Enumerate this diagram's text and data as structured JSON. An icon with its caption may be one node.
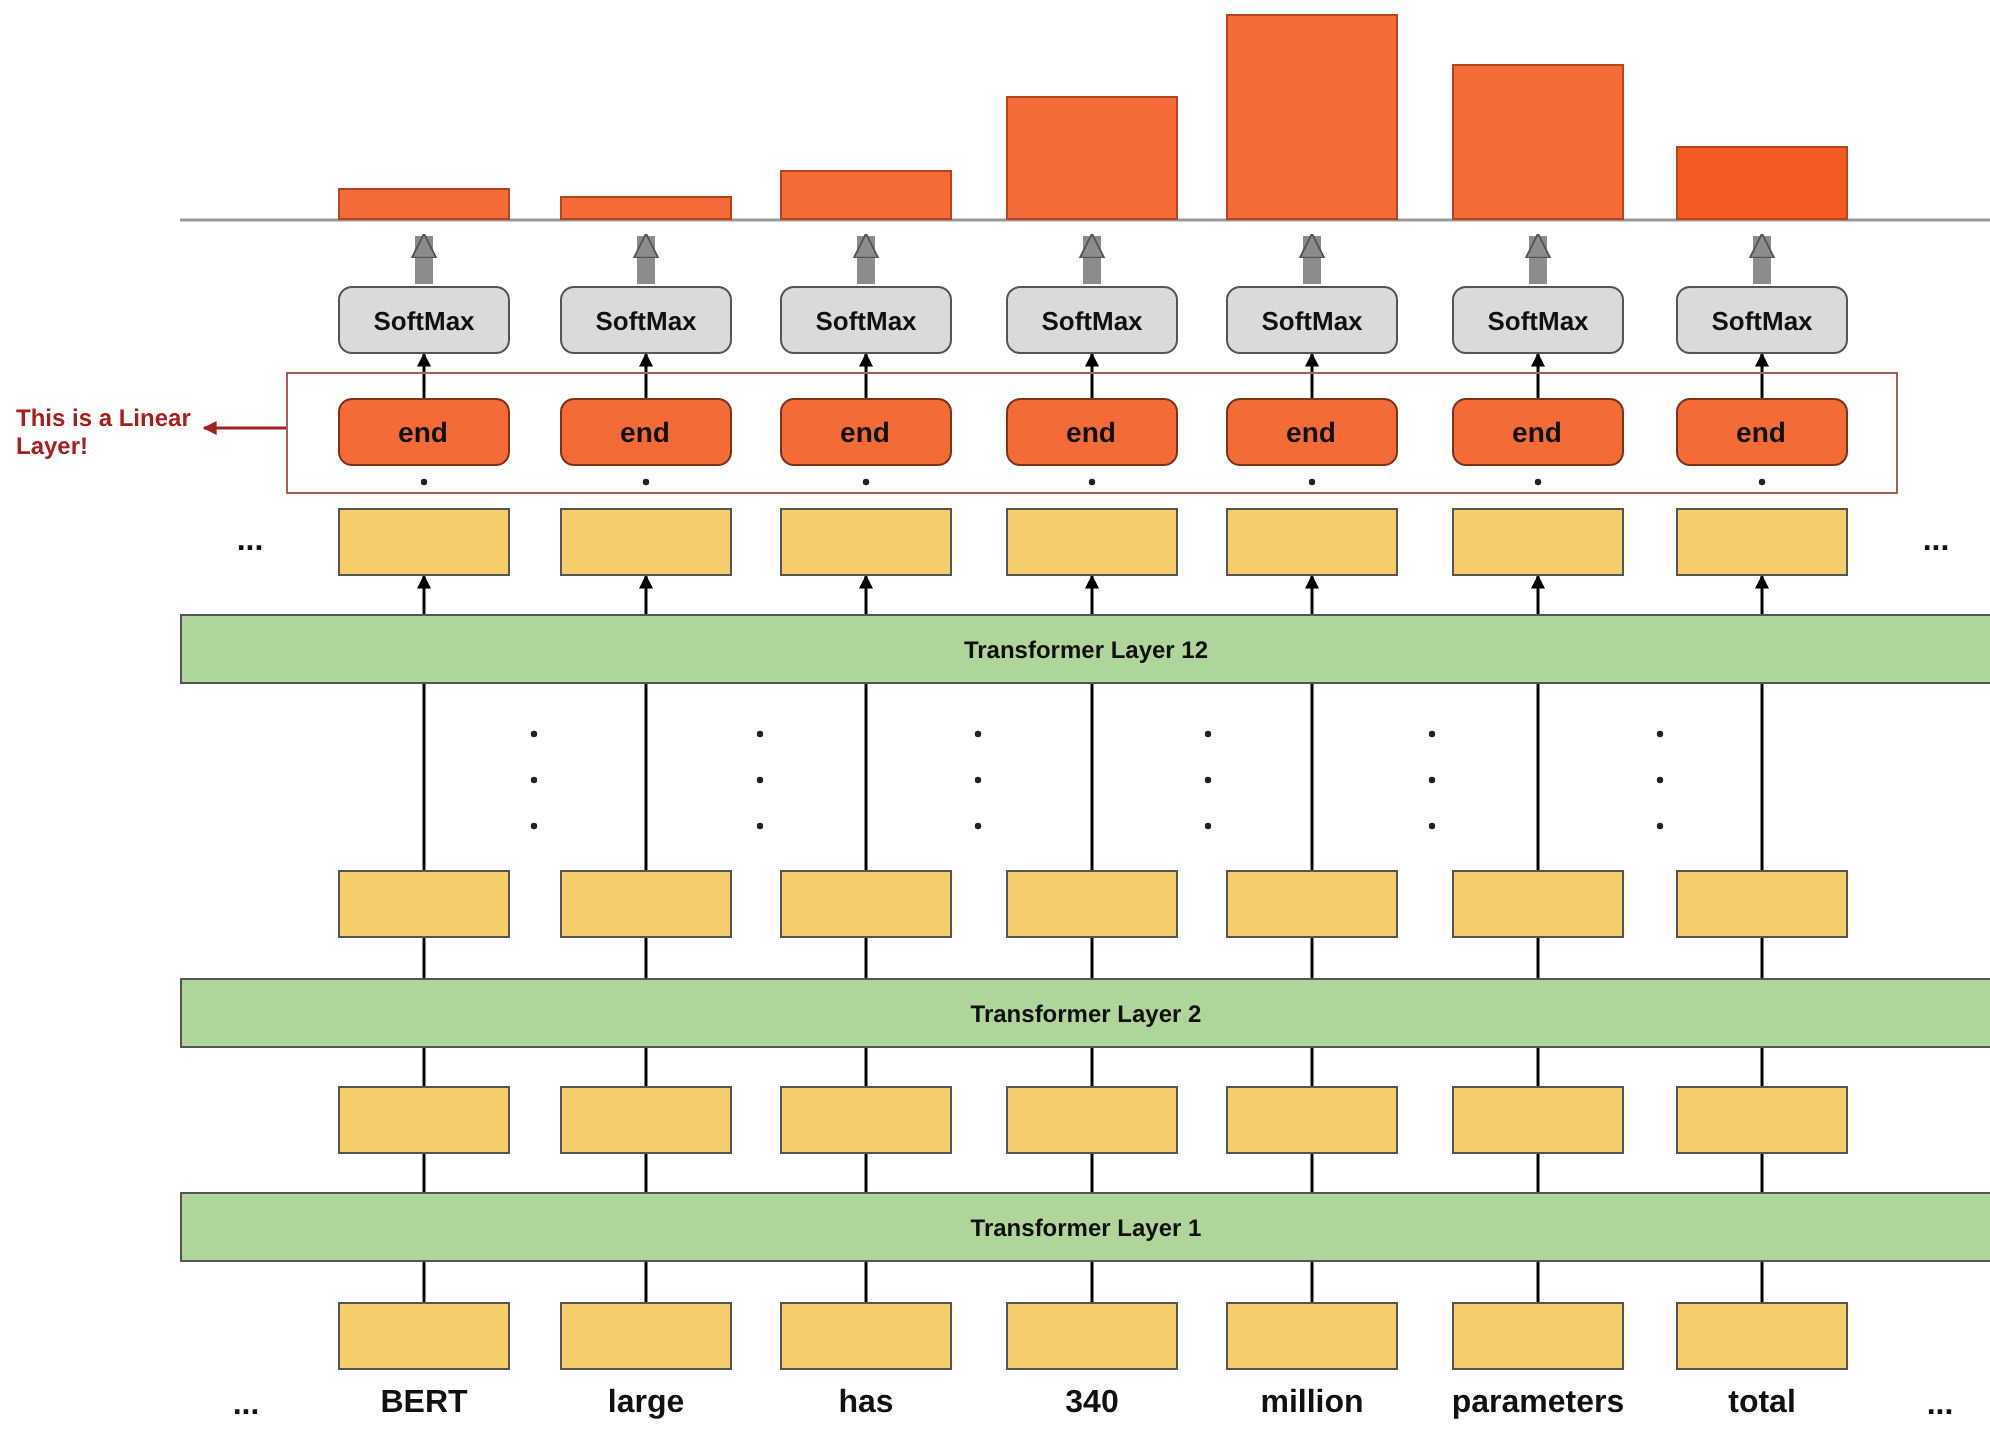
{
  "diagram": {
    "nodes": [
      {
        "text": [],
        "shape": "bar"
      },
      {
        "text": [],
        "shape": "bar"
      },
      {
        "text": [],
        "shape": "bar"
      },
      {
        "text": [],
        "shape": "bar"
      },
      {
        "text": [],
        "shape": "bar"
      },
      {
        "text": [],
        "shape": "bar"
      },
      {
        "text": [],
        "shape": "bar"
      },
      {
        "text": [
          "SoftMax"
        ]
      },
      {
        "text": [
          "SoftMax"
        ]
      },
      {
        "text": [
          "SoftMax"
        ]
      },
      {
        "text": [
          "SoftMax"
        ]
      },
      {
        "text": [
          "SoftMax"
        ]
      },
      {
        "text": [
          "SoftMax"
        ]
      },
      {
        "text": [
          "SoftMax"
        ]
      },
      {
        "text": [],
        "shape": "box"
      },
      {
        "text": [
          "This is a Linear Layer!"
        ]
      },
      {
        "text": [
          "end"
        ],
        "in": 14
      },
      {
        "text": [
          "end"
        ],
        "in": 14
      },
      {
        "text": [
          "end"
        ],
        "in": 14
      },
      {
        "text": [
          "end"
        ],
        "in": 14
      },
      {
        "text": [
          "end"
        ],
        "in": 14
      },
      {
        "text": [
          "end"
        ],
        "in": 14
      },
      {
        "text": [
          "end"
        ],
        "in": 14
      },
      {
        "text": [],
        "shape": "box"
      },
      {
        "text": [],
        "shape": "box"
      },
      {
        "text": [],
        "shape": "box"
      },
      {
        "text": [],
        "shape": "box"
      },
      {
        "text": [],
        "shape": "box"
      },
      {
        "text": [],
        "shape": "box"
      },
      {
        "text": [],
        "shape": "box"
      },
      {
        "text": [
          "Transformer Layer 12"
        ]
      },
      {
        "text": [],
        "shape": "box"
      },
      {
        "text": [],
        "shape": "box"
      },
      {
        "text": [],
        "shape": "box"
      },
      {
        "text": [],
        "shape": "box"
      },
      {
        "text": [],
        "shape": "box"
      },
      {
        "text": [],
        "shape": "box"
      },
      {
        "text": [],
        "shape": "box"
      },
      {
        "text": [
          "Transformer Layer 2"
        ]
      },
      {
        "text": [],
        "shape": "box"
      },
      {
        "text": [],
        "shape": "box"
      },
      {
        "text": [],
        "shape": "box"
      },
      {
        "text": [],
        "shape": "box"
      },
      {
        "text": [],
        "shape": "box"
      },
      {
        "text": [],
        "shape": "box"
      },
      {
        "text": [],
        "shape": "box"
      },
      {
        "text": [
          "Transformer Layer 1"
        ]
      },
      {
        "text": [],
        "shape": "box",
        "beside": [
          "BERT"
        ]
      },
      {
        "text": [],
        "shape": "box",
        "beside": [
          "large"
        ]
      },
      {
        "text": [],
        "shape": "box",
        "beside": [
          "has"
        ]
      },
      {
        "text": [],
        "shape": "box",
        "beside": [
          "340"
        ]
      },
      {
        "text": [],
        "shape": "box",
        "beside": [
          "million"
        ]
      },
      {
        "text": [],
        "shape": "box",
        "beside": [
          "parameters"
        ]
      },
      {
        "text": [],
        "shape": "box",
        "beside": [
          "total"
        ]
      }
    ],
    "edges": [
      {
        "from": 14,
        "to": 15,
        "arrow": "to",
        "color": "#a52020"
      },
      {
        "from": 7,
        "to": 0,
        "arrow": "to",
        "style": "thick",
        "color": "#8c8c8c"
      },
      {
        "from": 8,
        "to": 1,
        "arrow": "to",
        "style": "thick",
        "color": "#8c8c8c"
      },
      {
        "from": 9,
        "to": 2,
        "arrow": "to",
        "style": "thick",
        "color": "#8c8c8c"
      },
      {
        "from": 10,
        "to": 3,
        "arrow": "to",
        "style": "thick",
        "color": "#8c8c8c"
      },
      {
        "from": 11,
        "to": 4,
        "arrow": "to",
        "style": "thick",
        "color": "#8c8c8c"
      },
      {
        "from": 12,
        "to": 5,
        "arrow": "to",
        "style": "thick",
        "color": "#8c8c8c"
      },
      {
        "from": 13,
        "to": 6,
        "arrow": "to",
        "style": "thick",
        "color": "#8c8c8c"
      },
      {
        "from": 16,
        "to": 7,
        "arrow": "to"
      },
      {
        "from": 17,
        "to": 8,
        "arrow": "to"
      },
      {
        "from": 18,
        "to": 9,
        "arrow": "to"
      },
      {
        "from": 19,
        "to": 10,
        "arrow": "to"
      },
      {
        "from": 20,
        "to": 11,
        "arrow": "to"
      },
      {
        "from": 21,
        "to": 12,
        "arrow": "to"
      },
      {
        "from": 22,
        "to": 13,
        "arrow": "to"
      },
      {
        "from": 30,
        "to": 23,
        "arrow": "to"
      },
      {
        "from": 30,
        "to": 24,
        "arrow": "to"
      },
      {
        "from": 30,
        "to": 25,
        "arrow": "to"
      },
      {
        "from": 30,
        "to": 26,
        "arrow": "to"
      },
      {
        "from": 30,
        "to": 27,
        "arrow": "to"
      },
      {
        "from": 30,
        "to": 28,
        "arrow": "to"
      },
      {
        "from": 30,
        "to": 29,
        "arrow": "to"
      },
      {
        "from": 31,
        "to": 30,
        "arrow": "none"
      },
      {
        "from": 32,
        "to": 30,
        "arrow": "none"
      },
      {
        "from": 33,
        "to": 30,
        "arrow": "none"
      },
      {
        "from": 34,
        "to": 30,
        "arrow": "none"
      },
      {
        "from": 35,
        "to": 30,
        "arrow": "none"
      },
      {
        "from": 36,
        "to": 30,
        "arrow": "none"
      },
      {
        "from": 37,
        "to": 30,
        "arrow": "none"
      },
      {
        "from": 38,
        "to": 31,
        "arrow": "none"
      },
      {
        "from": 38,
        "to": 32,
        "arrow": "none"
      },
      {
        "from": 38,
        "to": 33,
        "arrow": "none"
      },
      {
        "from": 38,
        "to": 34,
        "arrow": "none"
      },
      {
        "from": 38,
        "to": 35,
        "arrow": "none"
      },
      {
        "from": 38,
        "to": 36,
        "arrow": "none"
      },
      {
        "from": 38,
        "to": 37,
        "arrow": "none"
      },
      {
        "from": 39,
        "to": 38,
        "arrow": "none"
      },
      {
        "from": 40,
        "to": 38,
        "arrow": "none"
      },
      {
        "from": 41,
        "to": 38,
        "arrow": "none"
      },
      {
        "from": 42,
        "to": 38,
        "arrow": "none"
      },
      {
        "from": 43,
        "to": 38,
        "arrow": "none"
      },
      {
        "from": 44,
        "to": 38,
        "arrow": "none"
      },
      {
        "from": 45,
        "to": 38,
        "arrow": "none"
      },
      {
        "from": 46,
        "to": 39,
        "arrow": "none"
      },
      {
        "from": 46,
        "to": 40,
        "arrow": "none"
      },
      {
        "from": 46,
        "to": 41,
        "arrow": "none"
      },
      {
        "from": 46,
        "to": 42,
        "arrow": "none"
      },
      {
        "from": 46,
        "to": 43,
        "arrow": "none"
      },
      {
        "from": 46,
        "to": 44,
        "arrow": "none"
      },
      {
        "from": 46,
        "to": 45,
        "arrow": "none"
      },
      {
        "from": 47,
        "to": 46,
        "arrow": "none"
      },
      {
        "from": 48,
        "to": 46,
        "arrow": "none"
      },
      {
        "from": 49,
        "to": 46,
        "arrow": "none"
      },
      {
        "from": 50,
        "to": 46,
        "arrow": "none"
      },
      {
        "from": 51,
        "to": 46,
        "arrow": "none"
      },
      {
        "from": 52,
        "to": 46,
        "arrow": "none"
      },
      {
        "from": 53,
        "to": 46,
        "arrow": "none"
      }
    ],
    "labels": [
      "...",
      "...",
      "...",
      "..."
    ]
  }
}
